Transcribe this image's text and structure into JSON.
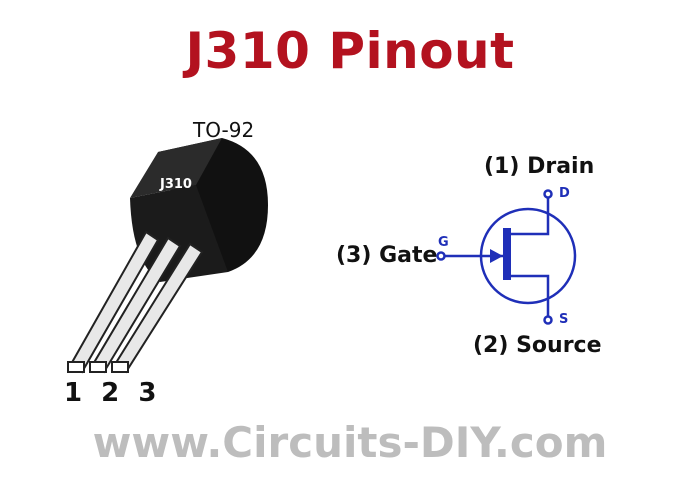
{
  "title": "J310 Pinout",
  "package": {
    "name": "TO-92",
    "marking": "J310",
    "pin_numbers": [
      "1",
      "2",
      "3"
    ]
  },
  "symbol": {
    "drain_label": "(1) Drain",
    "gate_label": "(3) Gate",
    "source_label": "(2) Source",
    "d_letter": "D",
    "g_letter": "G",
    "s_letter": "S"
  },
  "footer": "www.Circuits-DIY.com",
  "colors": {
    "title": "#b3121f",
    "symbol": "#1f2fb8",
    "footer": "#bdbdbd",
    "body": "#1a1a1a"
  }
}
